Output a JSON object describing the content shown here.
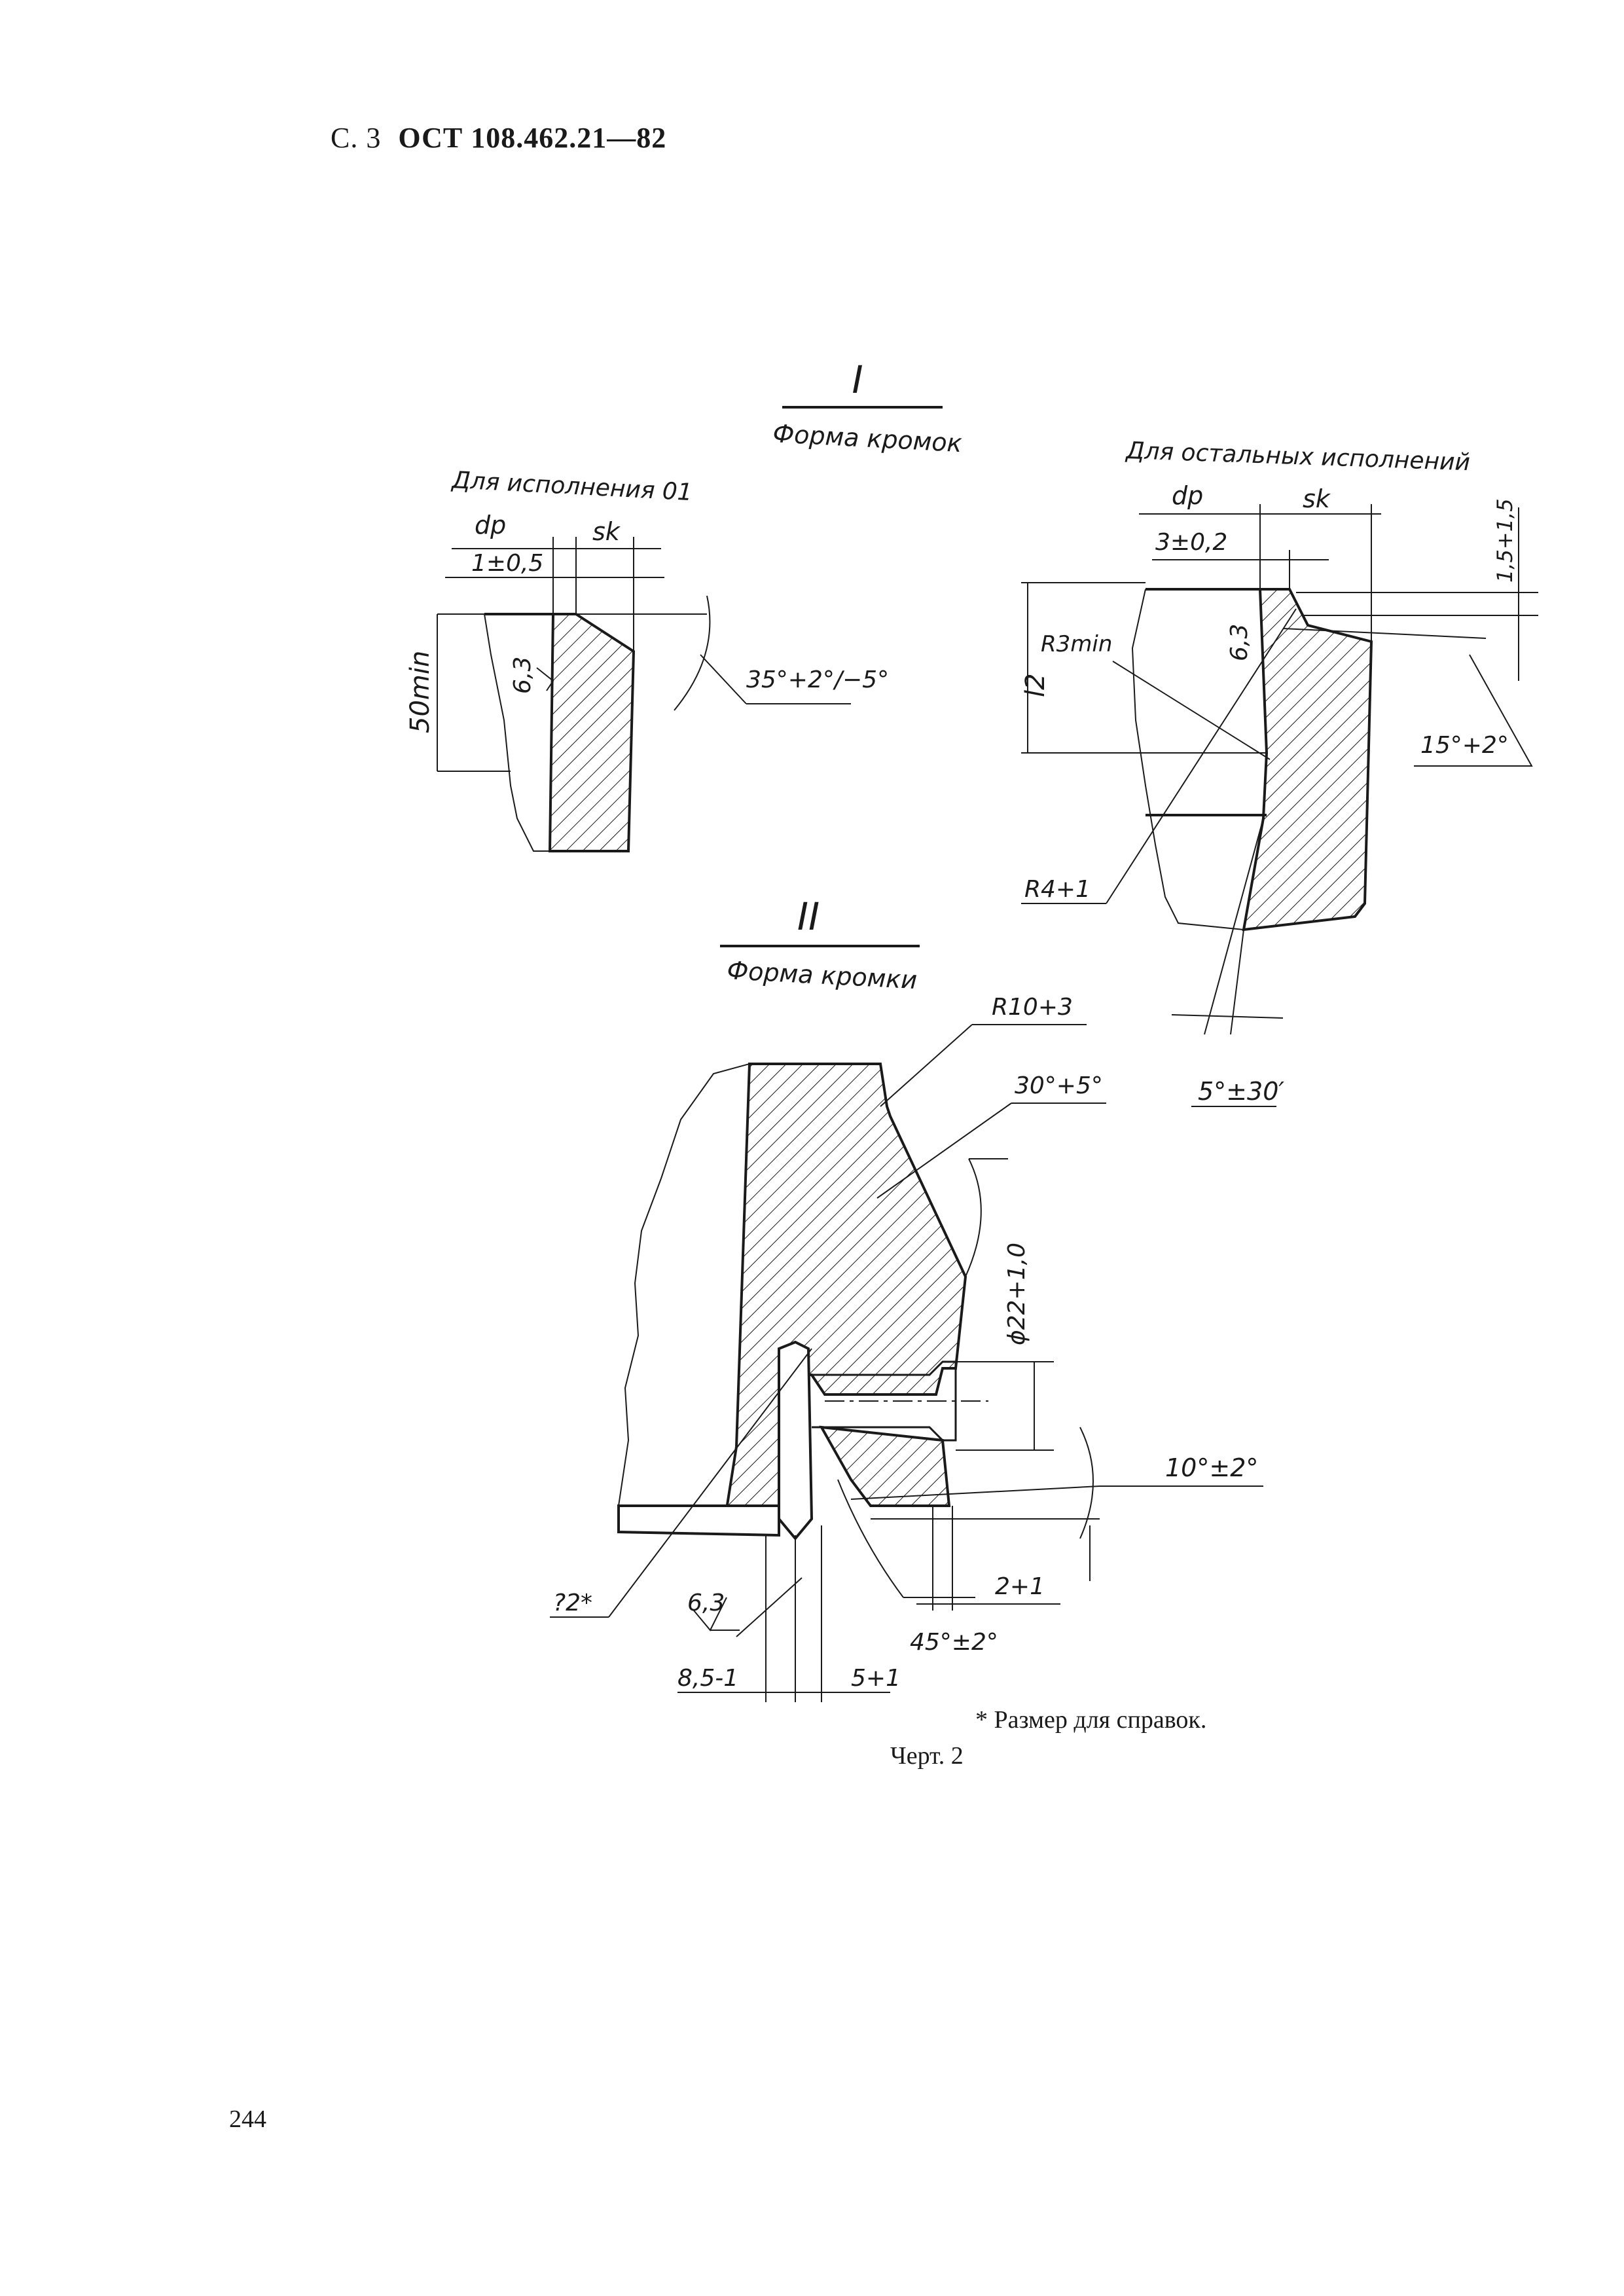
{
  "header": {
    "page": "С. 3",
    "standard": "ОСТ 108.462.21—82"
  },
  "view_I": {
    "numeral": "I",
    "title": "Форма кромок",
    "left": {
      "caption": "Для исполнения 01",
      "dims": {
        "dp": "dp",
        "sk": "sk",
        "offset": "1±0,5",
        "height": "50min",
        "roughness": "6,3",
        "angle": "35°+2°/−5°"
      }
    },
    "right": {
      "caption": "Для остальных исполнений",
      "dims": {
        "dp": "dp",
        "sk": "sk",
        "offset": "3±0,2",
        "l2": "l2",
        "r3": "R3min",
        "roughness": "6,3",
        "step": "1,5+1,5",
        "angle": "15°+2°",
        "r4": "R4+1",
        "taper": "5°±30′"
      }
    }
  },
  "view_II": {
    "numeral": "II",
    "title": "Форма кромки",
    "dims": {
      "r10": "R10+3",
      "angle30": "30°+5°",
      "dia": "ϕ22+1,0",
      "angle10": "10°±2°",
      "two": "2+1",
      "angle45": "45°±2°",
      "five": "5+1",
      "eight": "8,5-1",
      "roughness": "6,3",
      "ref": "?2*"
    }
  },
  "footnote": "* Размер для справок.",
  "figure_caption": "Черт. 2",
  "page_number": "244"
}
